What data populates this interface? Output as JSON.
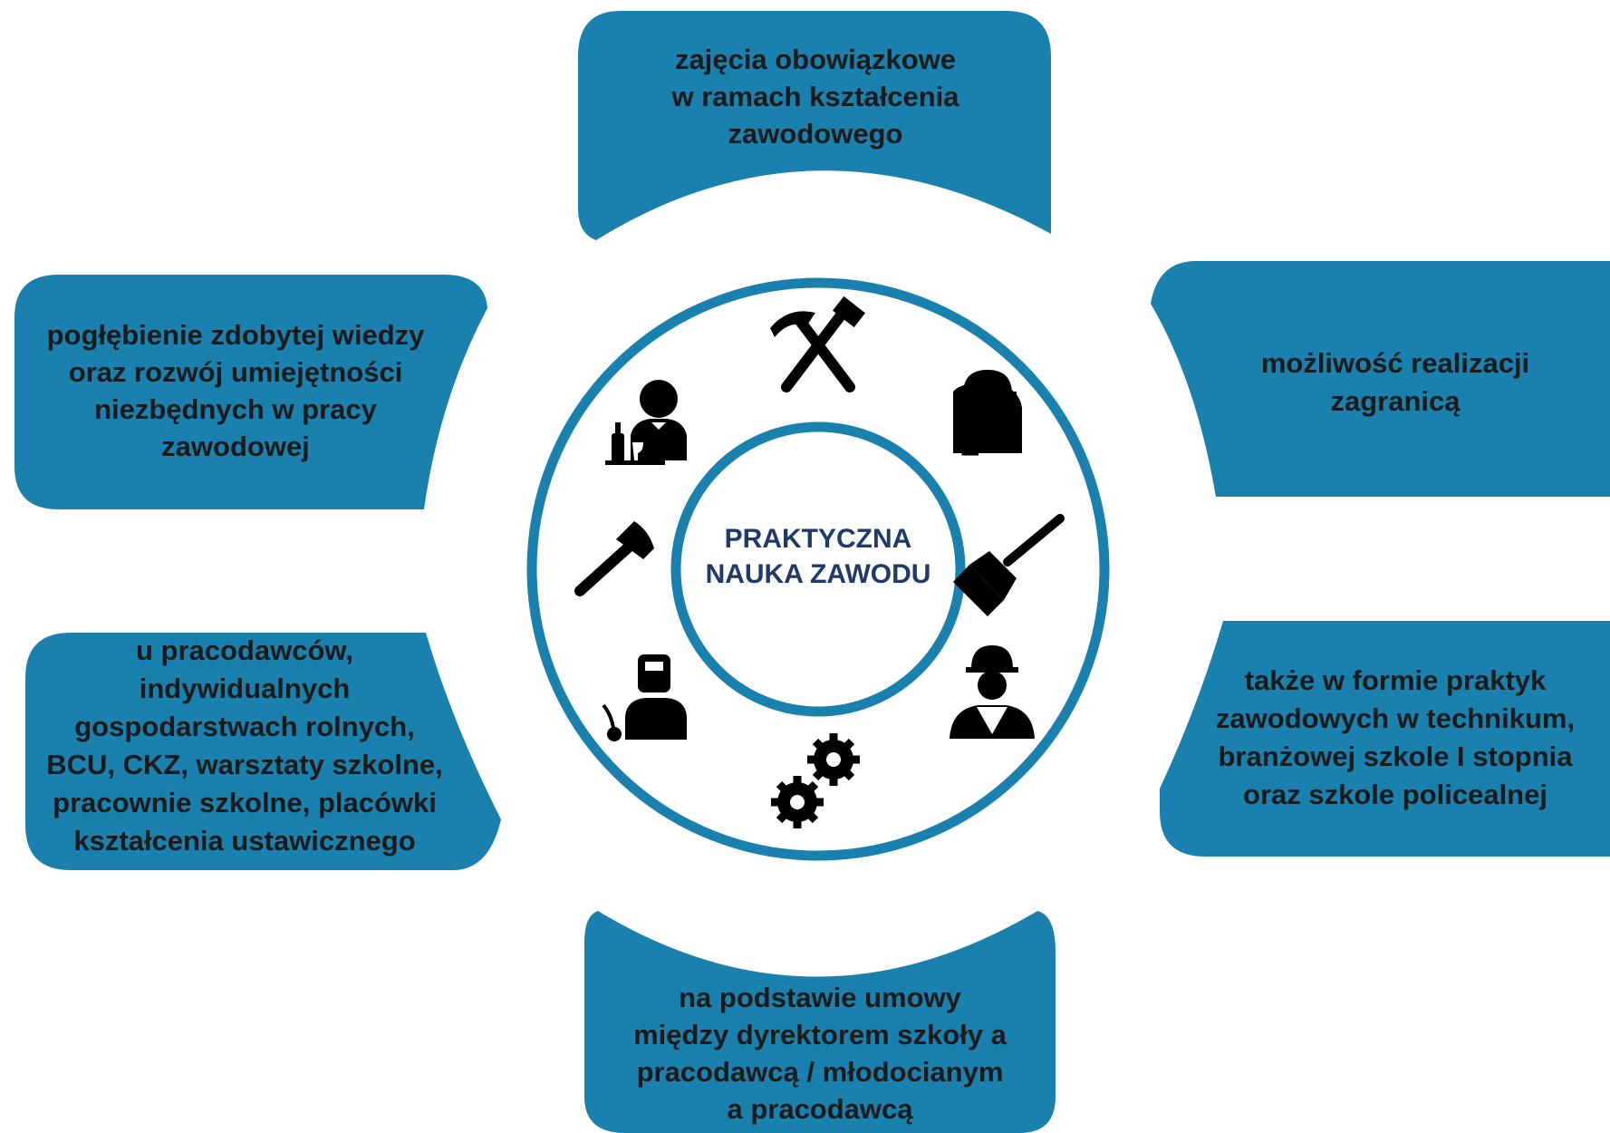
{
  "center": {
    "line1": "PRAKTYCZNA",
    "line2": "NAUKA ZAWODU"
  },
  "boxes": {
    "top": [
      "zajęcia obowiązkowe",
      "w ramach kształcenia",
      "zawodowego"
    ],
    "left_upper": [
      "pogłębienie zdobytej wiedzy",
      "oraz rozwój umiejętności",
      "niezbędnych w pracy",
      "zawodowej"
    ],
    "left_lower": [
      "u pracodawców,",
      "indywidualnych",
      "gospodarstwach rolnych,",
      "BCU, CKZ, warsztaty szkolne,",
      "pracownie szkolne, placówki",
      "kształcenia ustawicznego"
    ],
    "right_upper": [
      "możliwość realizacji",
      "zagranicą"
    ],
    "right_lower": [
      "także w formie praktyk",
      "zawodowych w technikum,",
      "branżowej szkole I stopnia",
      "oraz szkole policealnej"
    ],
    "bottom": [
      "na podstawie umowy",
      "między dyrektorem szkoły a",
      "pracodawcą / młodocianym",
      "a pracodawcą"
    ]
  },
  "colors": {
    "box": "#1a80ad",
    "ring": "#1a80ad",
    "icon": "#000000",
    "title": "#1f3a6b"
  },
  "icons": [
    "hammer-pick-icon",
    "electrician-icon",
    "paint-brush-icon",
    "construction-worker-icon",
    "gears-icon",
    "welder-icon",
    "hammer-icon",
    "waiter-icon"
  ]
}
